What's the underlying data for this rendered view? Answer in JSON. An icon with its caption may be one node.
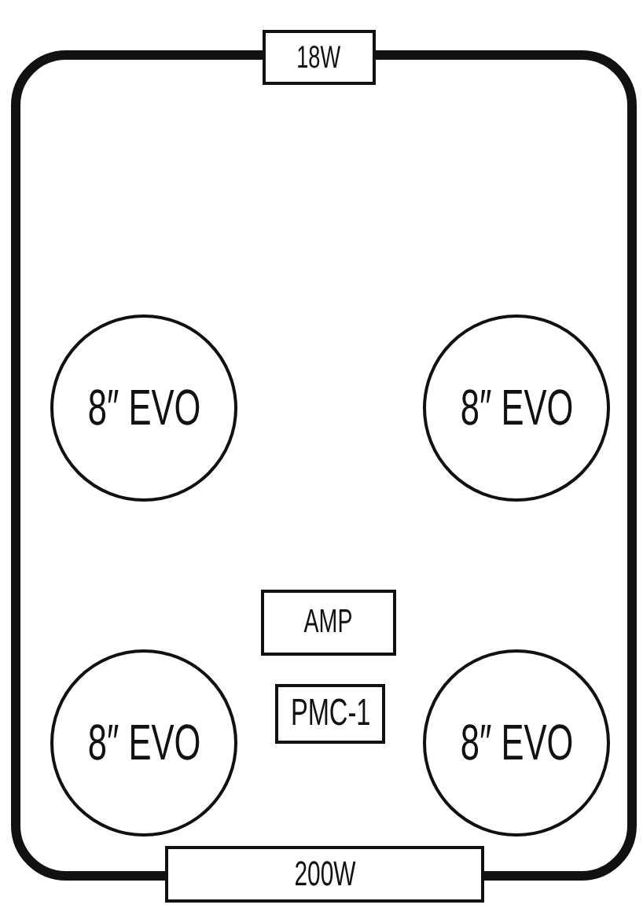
{
  "diagram": {
    "nodes": [
      {
        "text": [],
        "shape": "box"
      },
      {
        "text": [
          "18W"
        ]
      },
      {
        "text": [
          "8″ EVO"
        ],
        "in": 0
      },
      {
        "text": [
          "8″ EVO"
        ],
        "in": 0
      },
      {
        "text": [
          "AMP"
        ],
        "in": 0
      },
      {
        "text": [
          "8″ EVO"
        ],
        "in": 0
      },
      {
        "text": [
          "PMC-1"
        ],
        "in": 0
      },
      {
        "text": [
          "8″ EVO"
        ],
        "in": 0
      },
      {
        "text": [
          "200W"
        ]
      }
    ]
  }
}
